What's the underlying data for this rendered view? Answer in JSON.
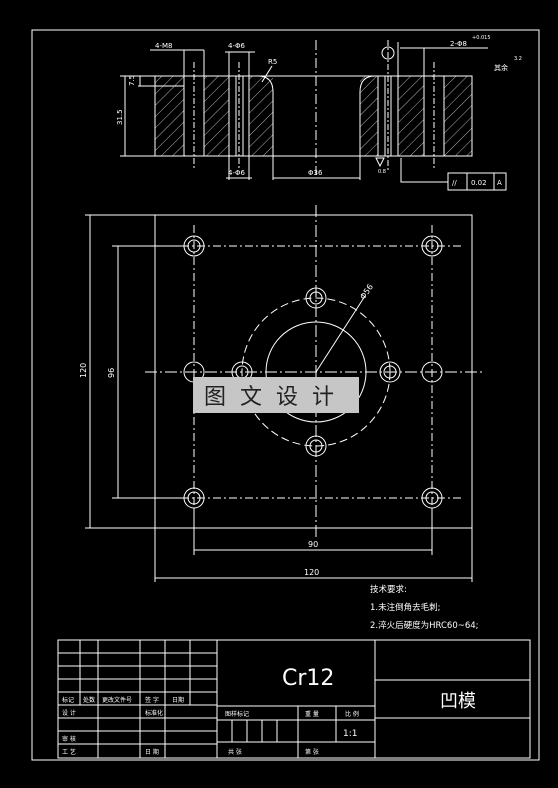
{
  "section_view": {
    "dim_top_left": "4-M8",
    "dim_top_mid": "4-Φ6",
    "radius": "R5",
    "dim_top_right": "2-Φ8",
    "dim_top_right_tol": "+0.015",
    "dim_height_small": "7.5",
    "dim_height_total": "31.5",
    "dim_bottom_left": "4-Φ6",
    "dim_bore": "Φ36",
    "roughness_left": "0.8",
    "roughness_note": "其余",
    "roughness_value": "3.2",
    "tolerance_symbol": "//",
    "tolerance_value": "0.02",
    "tolerance_datum": "A"
  },
  "plan_view": {
    "dim_width_inner": "90",
    "dim_width_outer": "120",
    "dim_height_outer": "120",
    "dim_height_inner": "96",
    "dim_circle": "Φ56"
  },
  "watermark": "图文设计",
  "tech_requirements": {
    "title": "技术要求:",
    "item1": "1.未注倒角去毛刺;",
    "item2": "2.淬火后硬度为HRC60~64;"
  },
  "title_block": {
    "material": "Cr12",
    "part_name": "凹模",
    "scale": "1:1",
    "labels": {
      "mark": "标记",
      "count": "处数",
      "change_doc": "更改文件号",
      "sign": "签 字",
      "date": "日期",
      "design": "设 计",
      "standardization": "标准化",
      "stage_mark": "图样标记",
      "weight": "重 量",
      "ratio": "比 例",
      "review": "审 核",
      "process": "工 艺",
      "date2": "日 期",
      "sheets": "共     张",
      "sheet_no": "第     张"
    }
  }
}
